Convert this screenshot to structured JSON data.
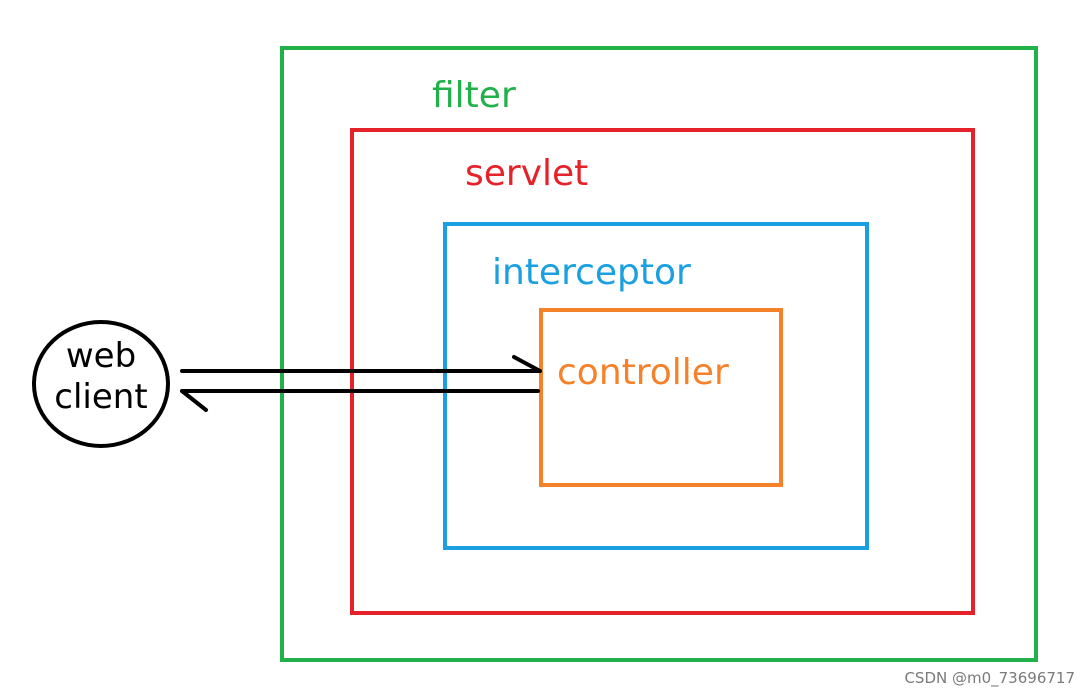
{
  "layers": {
    "filter": {
      "label": "filter",
      "color": "#22b04a"
    },
    "servlet": {
      "label": "servlet",
      "color": "#e52129"
    },
    "interceptor": {
      "label": "interceptor",
      "color": "#1aa0e0"
    },
    "controller": {
      "label": "controller",
      "color": "#f5822a"
    }
  },
  "client": {
    "line1": "web",
    "line2": "client"
  },
  "watermark": "CSDN @m0_73696717"
}
